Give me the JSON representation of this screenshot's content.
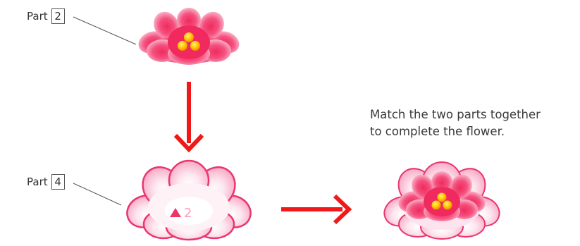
{
  "parts": [
    {
      "prefix": "Part",
      "number": "2"
    },
    {
      "prefix": "Part",
      "number": "4"
    }
  ],
  "badge_text": "2",
  "instruction": {
    "line1": "Match the two parts together",
    "line2": "to complete the flower."
  },
  "colors": {
    "arrow": "#f01818",
    "petal_dark": "#f03468",
    "petal_light": "#fbd0e2",
    "stamen": "#f7b800"
  }
}
